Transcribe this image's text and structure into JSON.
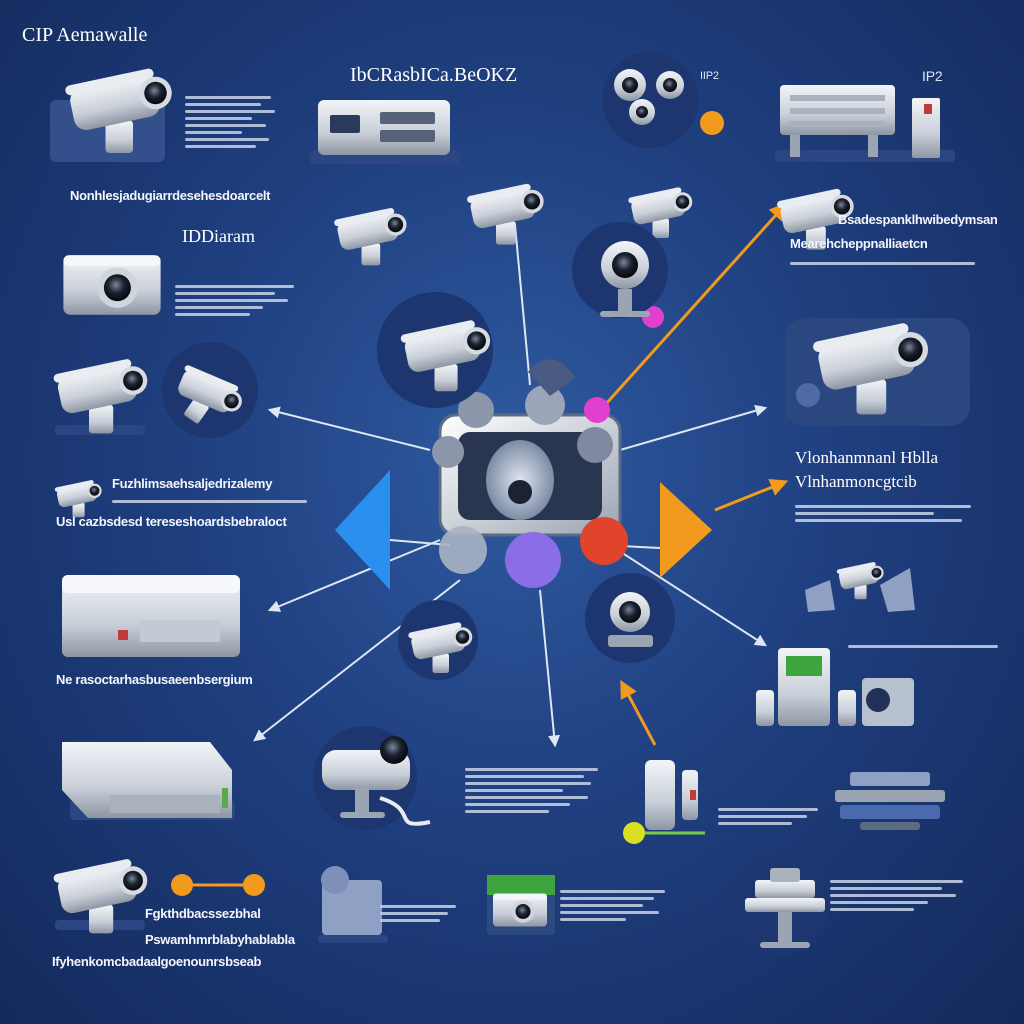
{
  "texts": {
    "top_left_title": "CIP Aemawalle",
    "top_center_title": "IbCRasbICa.BeOKZ",
    "top_right_tag": "IP2",
    "top_right_small": "IIP2",
    "left_caption_1": "Nonhlesjadugiarrdesehesdoarcelt",
    "left_diagram_title": "IDDiaram",
    "left_caption_2a": "Fuzhlimsaehsaljedrizalemy",
    "left_caption_2b": "Usl cazbsdesd tereseshoardsbebraloct",
    "left_caption_3": "Ne rasoctarhasbusaeenbsergium",
    "bottom_left_caption_a": "Fgkthdbacssezbhal",
    "bottom_left_caption_b": "Pswamhmrblabyhablabla",
    "bottom_left_footer": "Ifyhenkomcbadaalgoenounrsbseab",
    "right_caption_1a": "Bsadespanklhwibedymsan",
    "right_caption_1b": "Mearehcheppnalliaetcn",
    "right_heading_1": "Vlonhanmnanl Hblla",
    "right_heading_2": "Vlnhanmoncgtcib"
  },
  "colors": {
    "background_center": "#2f5aa0",
    "background_edge": "#142a5c",
    "arrow_orange": "#f29a1e",
    "arrow_blue": "#2b8ff0",
    "node_red": "#e0452c",
    "node_purple": "#8a6ee8",
    "node_grey": "#a8b4c4",
    "dot_magenta": "#e03fd0",
    "dot_orange": "#f29a1e",
    "dot_yellow": "#d9e022",
    "connector_line": "#dfe6f3"
  },
  "icons": [
    "cctv-camera-icon",
    "dome-camera-icon",
    "server-rack-icon",
    "network-switch-icon",
    "nvr-recorder-icon",
    "hub-device-icon",
    "router-icon",
    "storage-tower-icon"
  ]
}
